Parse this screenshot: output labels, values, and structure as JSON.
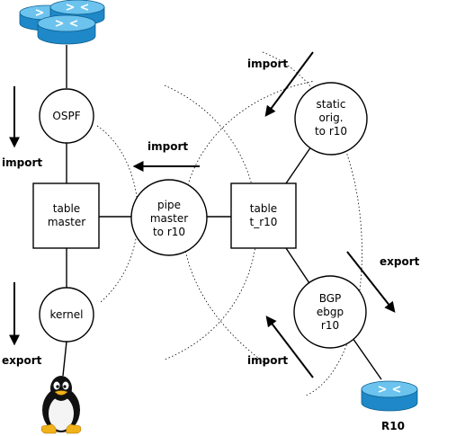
{
  "nodes": {
    "ospf": {
      "lines": [
        "OSPF"
      ]
    },
    "table_master": {
      "lines": [
        "table",
        "master"
      ]
    },
    "kernel": {
      "lines": [
        "kernel"
      ]
    },
    "pipe": {
      "lines": [
        "pipe",
        "master",
        "to r10"
      ]
    },
    "table_t_r10": {
      "lines": [
        "table",
        "t_r10"
      ]
    },
    "static": {
      "lines": [
        "static",
        "orig.",
        "to r10"
      ]
    },
    "bgp": {
      "lines": [
        "BGP",
        "ebgp",
        "r10"
      ]
    }
  },
  "labels": {
    "import_left": "import",
    "export_left": "export",
    "import_pipe": "import",
    "import_static": "import",
    "export_right": "export",
    "import_bgp": "import",
    "r10": "R10"
  },
  "icons": {
    "router_cluster": "router-cluster-icon",
    "router_r10": "router-icon",
    "linux": "tux-penguin-icon"
  },
  "colors": {
    "router_blue": "#1e88c8",
    "router_light": "#6cc3ee",
    "stroke": "#000000"
  }
}
